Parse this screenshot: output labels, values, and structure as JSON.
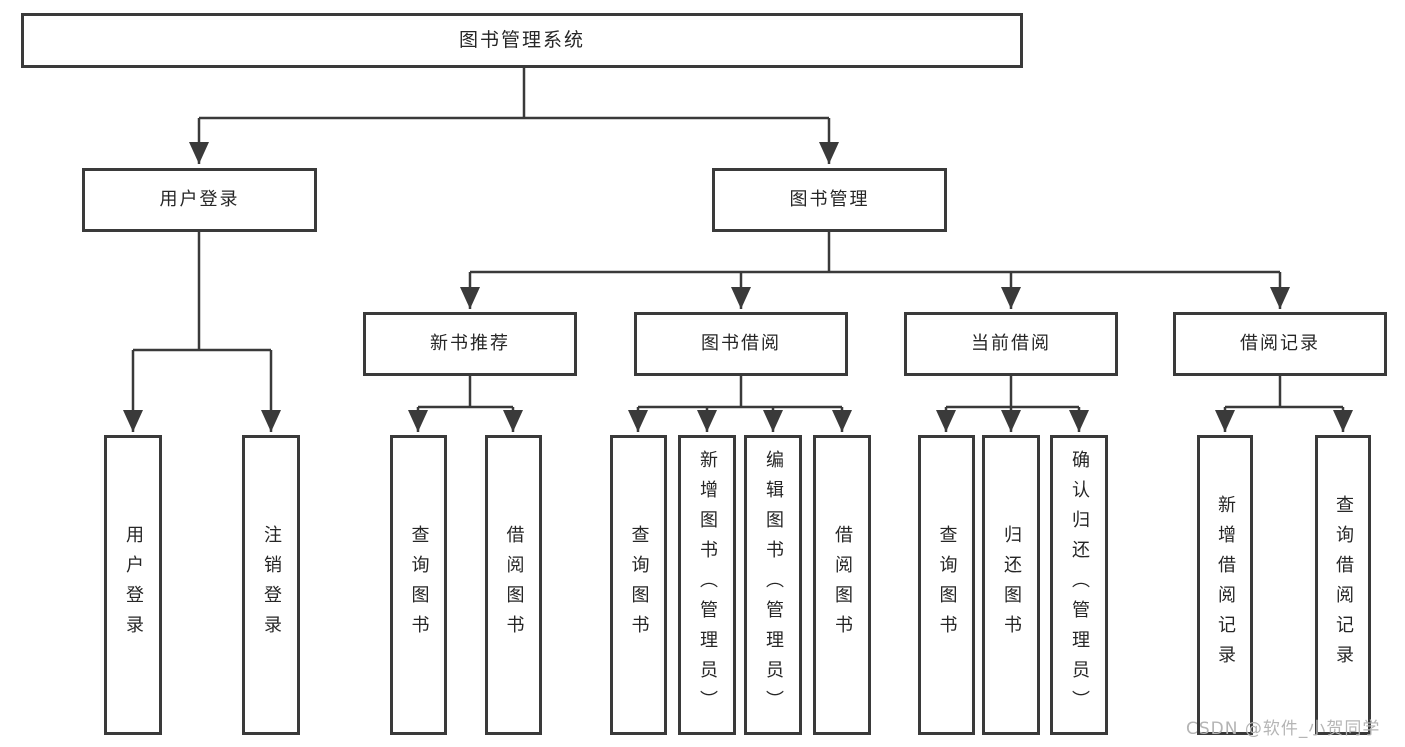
{
  "tree": {
    "root": {
      "label": "图书管理系统",
      "children": [
        {
          "label": "用户登录",
          "children": [
            {
              "label": "用户登录"
            },
            {
              "label": "注销登录"
            }
          ]
        },
        {
          "label": "图书管理",
          "children": [
            {
              "label": "新书推荐",
              "children": [
                {
                  "label": "查询图书"
                },
                {
                  "label": "借阅图书"
                }
              ]
            },
            {
              "label": "图书借阅",
              "children": [
                {
                  "label": "查询图书"
                },
                {
                  "label": "新增图书（管理员）"
                },
                {
                  "label": "编辑图书（管理员）"
                },
                {
                  "label": "借阅图书"
                }
              ]
            },
            {
              "label": "当前借阅",
              "children": [
                {
                  "label": "查询图书"
                },
                {
                  "label": "归还图书"
                },
                {
                  "label": "确认归还（管理员）"
                }
              ]
            },
            {
              "label": "借阅记录",
              "children": [
                {
                  "label": "新增借阅记录"
                },
                {
                  "label": "查询借阅记录"
                }
              ]
            }
          ]
        }
      ]
    }
  },
  "watermark": "CSDN @软件_小贺同学",
  "colors": {
    "line": "#3a3a3a",
    "box_border": "#3a3a3a",
    "text": "#262626",
    "watermark": "#b5b5b5",
    "background": "#ffffff"
  }
}
